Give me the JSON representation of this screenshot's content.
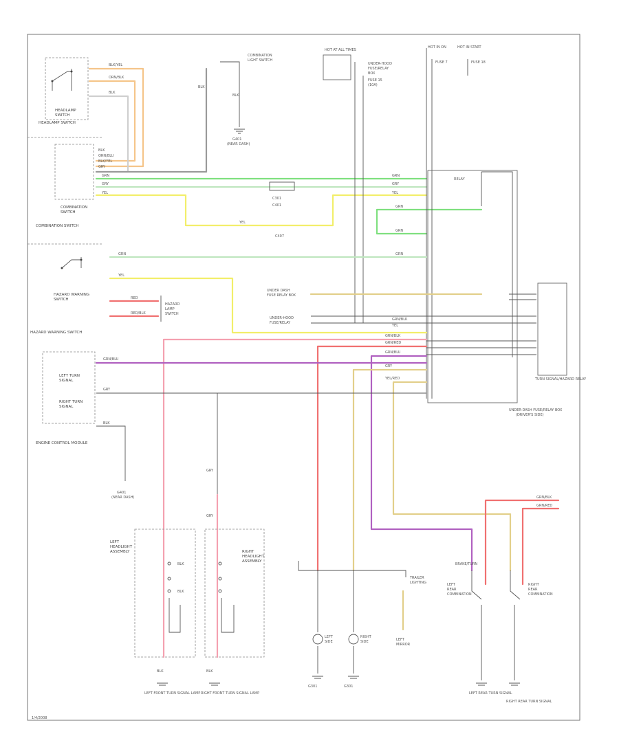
{
  "labels": {
    "footer_code": "1/4/2008",
    "headlamp_switch": "HEADLAMP SWITCH",
    "combination_switch": "COMBINATION SWITCH",
    "hazard_switch": "HAZARD WARNING SWITCH",
    "engine_control": "ENGINE CONTROL MODULE",
    "left_front_turn": "LEFT FRONT TURN SIGNAL LAMP",
    "right_front_turn": "RIGHT FRONT TURN SIGNAL LAMP",
    "left_rear_turn": "LEFT REAR TURN SIGNAL",
    "right_rear_turn": "RIGHT REAR TURN SIGNAL",
    "junction_box": "UNDER-DASH FUSE/RELAY BOX",
    "turn_unit": "TURN SIGNAL/HAZARD RELAY",
    "hot_all_times": "HOT AT ALL TIMES",
    "hot_in_on": "HOT IN ON",
    "hot_in_start": "HOT IN START"
  },
  "wire_colors": {
    "green": "#7fe07f",
    "yellow": "#f2ee6a",
    "orange": "#f5c58a",
    "red": "#f07070",
    "pink": "#f4a0b0",
    "purple": "#b060c0",
    "tan": "#e2cf8a",
    "gray": "#9a9a9a",
    "black": "#333333"
  }
}
